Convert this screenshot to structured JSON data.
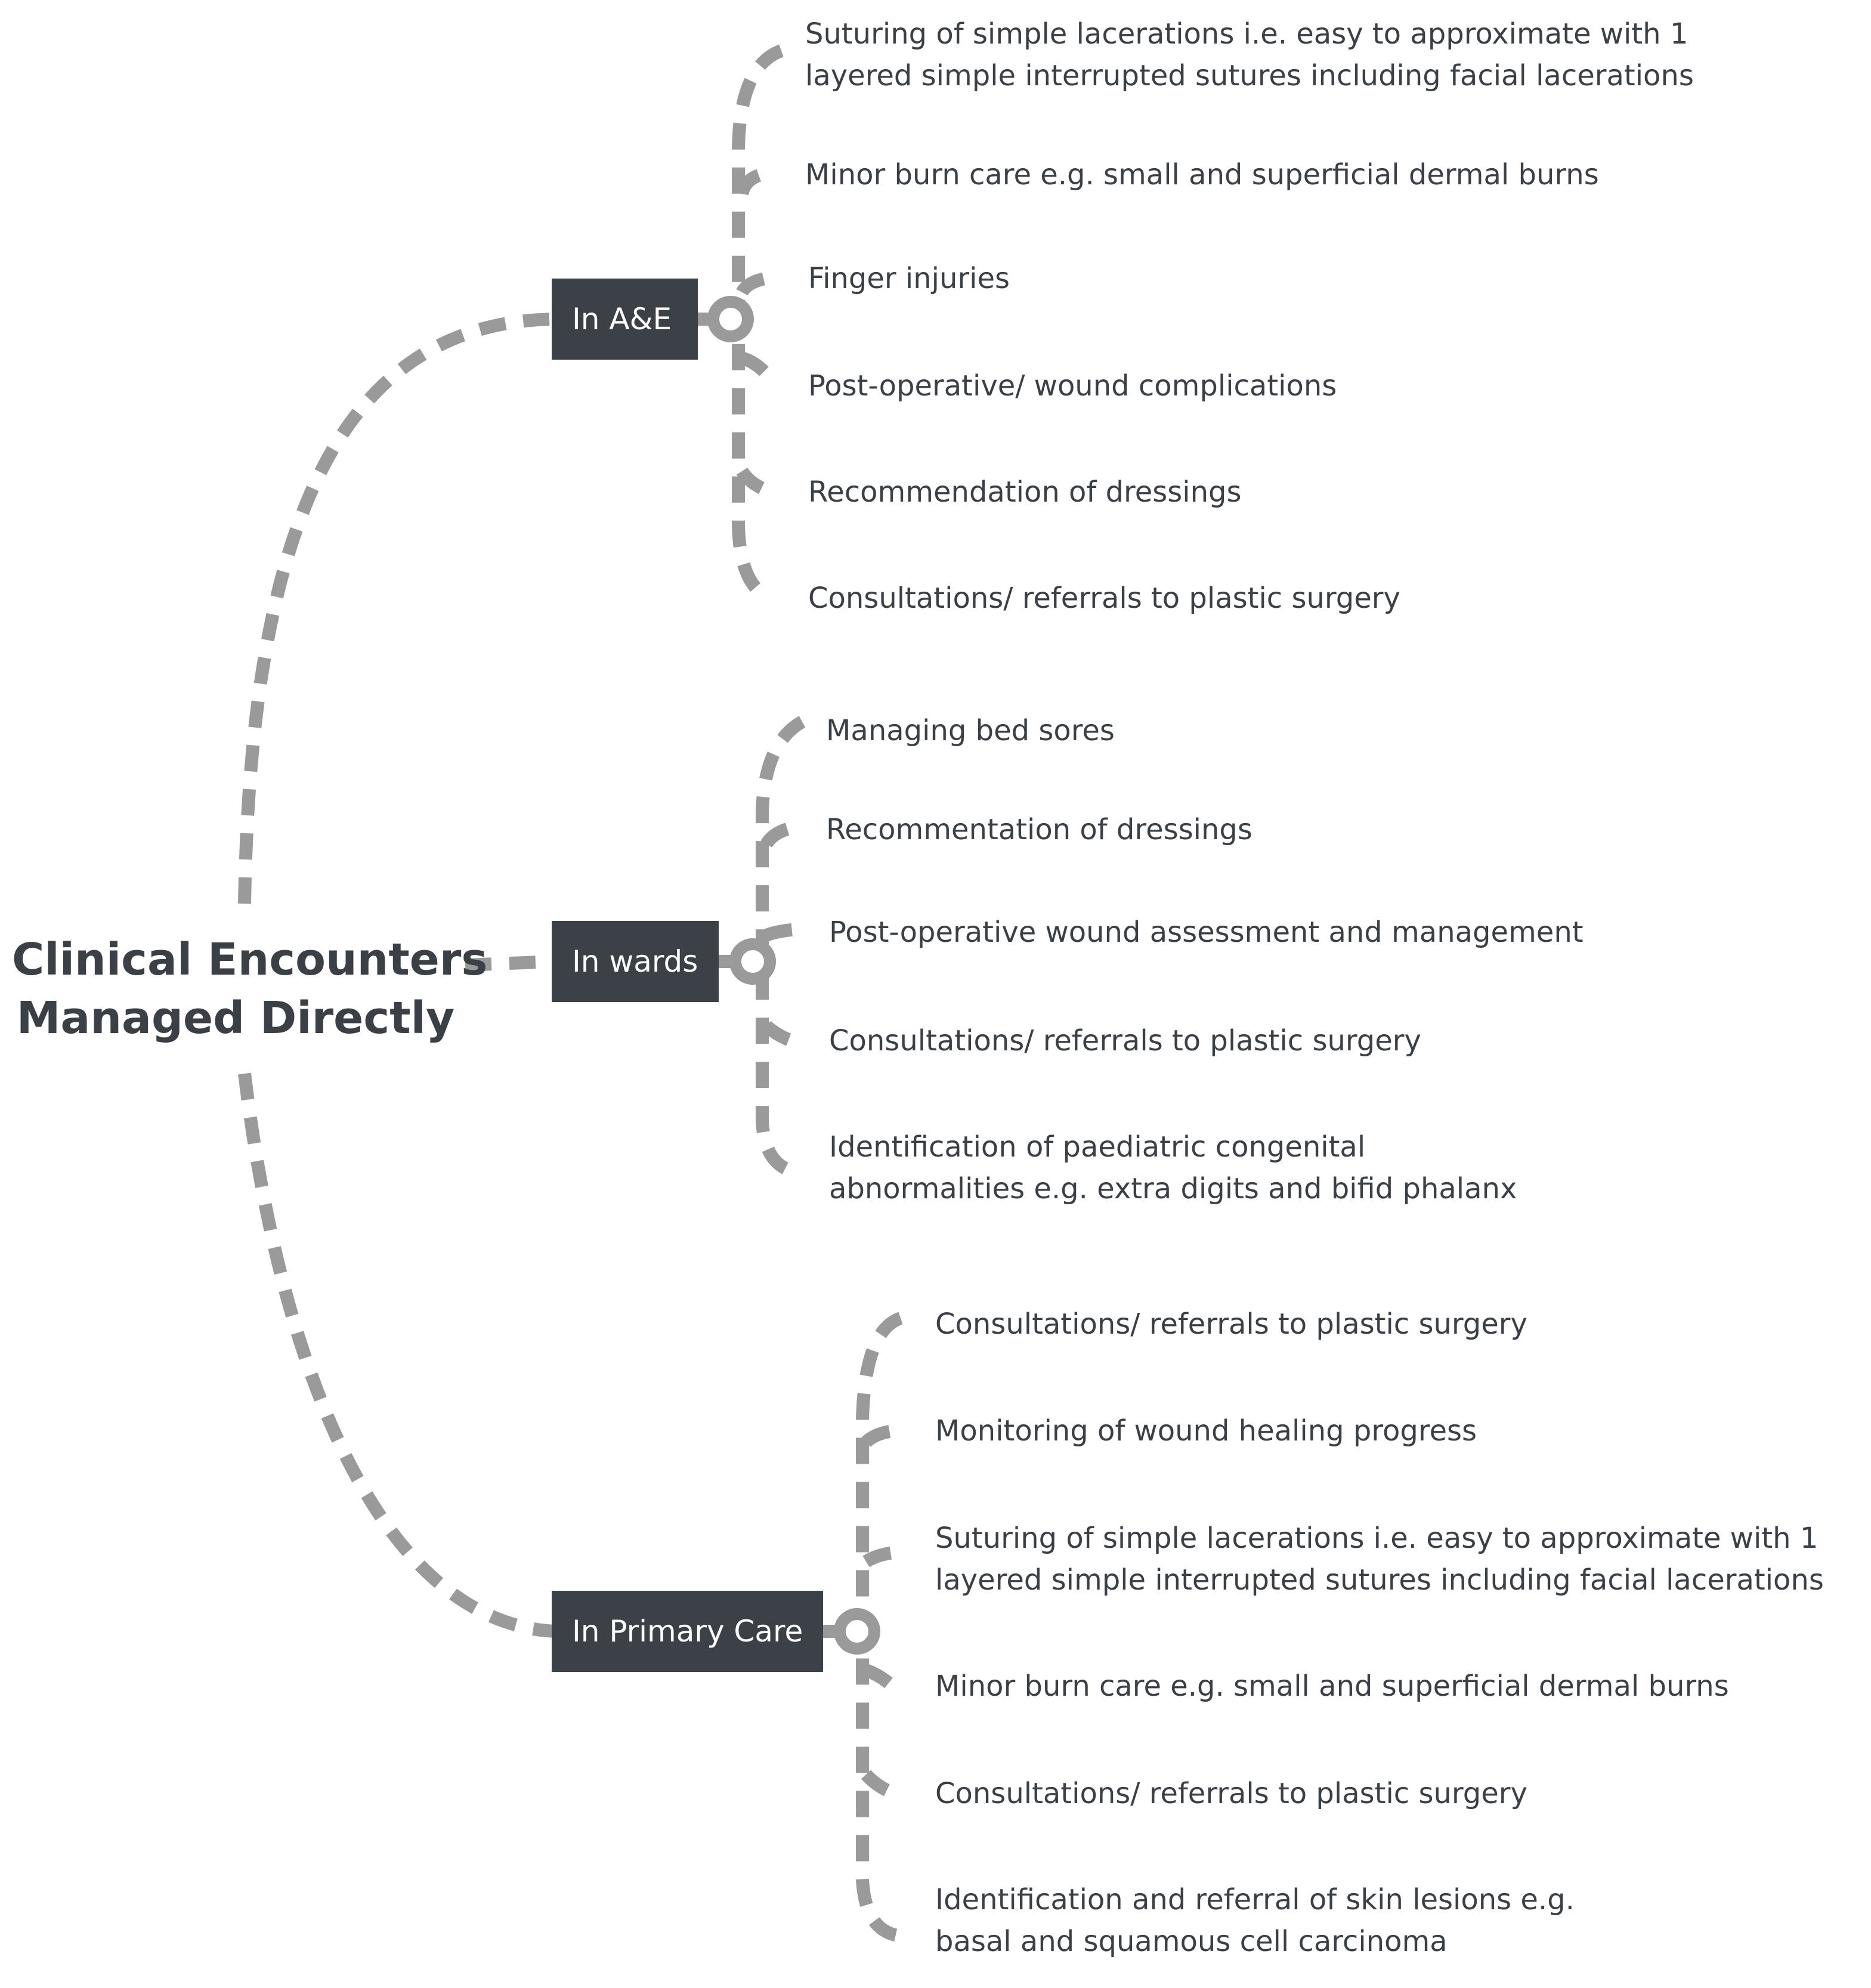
{
  "root": {
    "title_line1": "Clinical Encounters",
    "title_line2": "Managed Directly"
  },
  "branches": [
    {
      "label": "In A&E",
      "items": [
        [
          "Suturing of simple lacerations i.e. easy to approximate with 1",
          "layered simple interrupted sutures including facial lacerations"
        ],
        [
          "Minor burn care e.g. small and superficial dermal burns"
        ],
        [
          "Finger injuries"
        ],
        [
          "Post-operative/ wound complications"
        ],
        [
          "Recommendation of dressings"
        ],
        [
          "Consultations/ referrals to plastic surgery"
        ]
      ]
    },
    {
      "label": "In wards",
      "items": [
        [
          "Managing bed sores"
        ],
        [
          "Recommentation of dressings"
        ],
        [
          "Post-operative wound assessment and management"
        ],
        [
          "Consultations/ referrals to plastic surgery"
        ],
        [
          "Identification of  paediatric congenital",
          "abnormalities e.g. extra digits and bifid phalanx"
        ]
      ]
    },
    {
      "label": "In Primary Care",
      "items": [
        [
          "Consultations/ referrals to plastic surgery"
        ],
        [
          "Monitoring of wound healing progress"
        ],
        [
          "Suturing of simple lacerations i.e. easy to approximate with 1",
          "layered simple interrupted sutures including facial lacerations"
        ],
        [
          "Minor burn care e.g. small and superficial dermal burns"
        ],
        [
          "Consultations/ referrals to plastic surgery"
        ],
        [
          "Identification and referral of skin lesions e.g.",
          "basal and squamous cell carcinoma"
        ]
      ]
    }
  ],
  "colors": {
    "connector": "#9a9a9a",
    "box_fill": "#3b4146",
    "box_text": "#ffffff",
    "text": "#3a4045"
  }
}
